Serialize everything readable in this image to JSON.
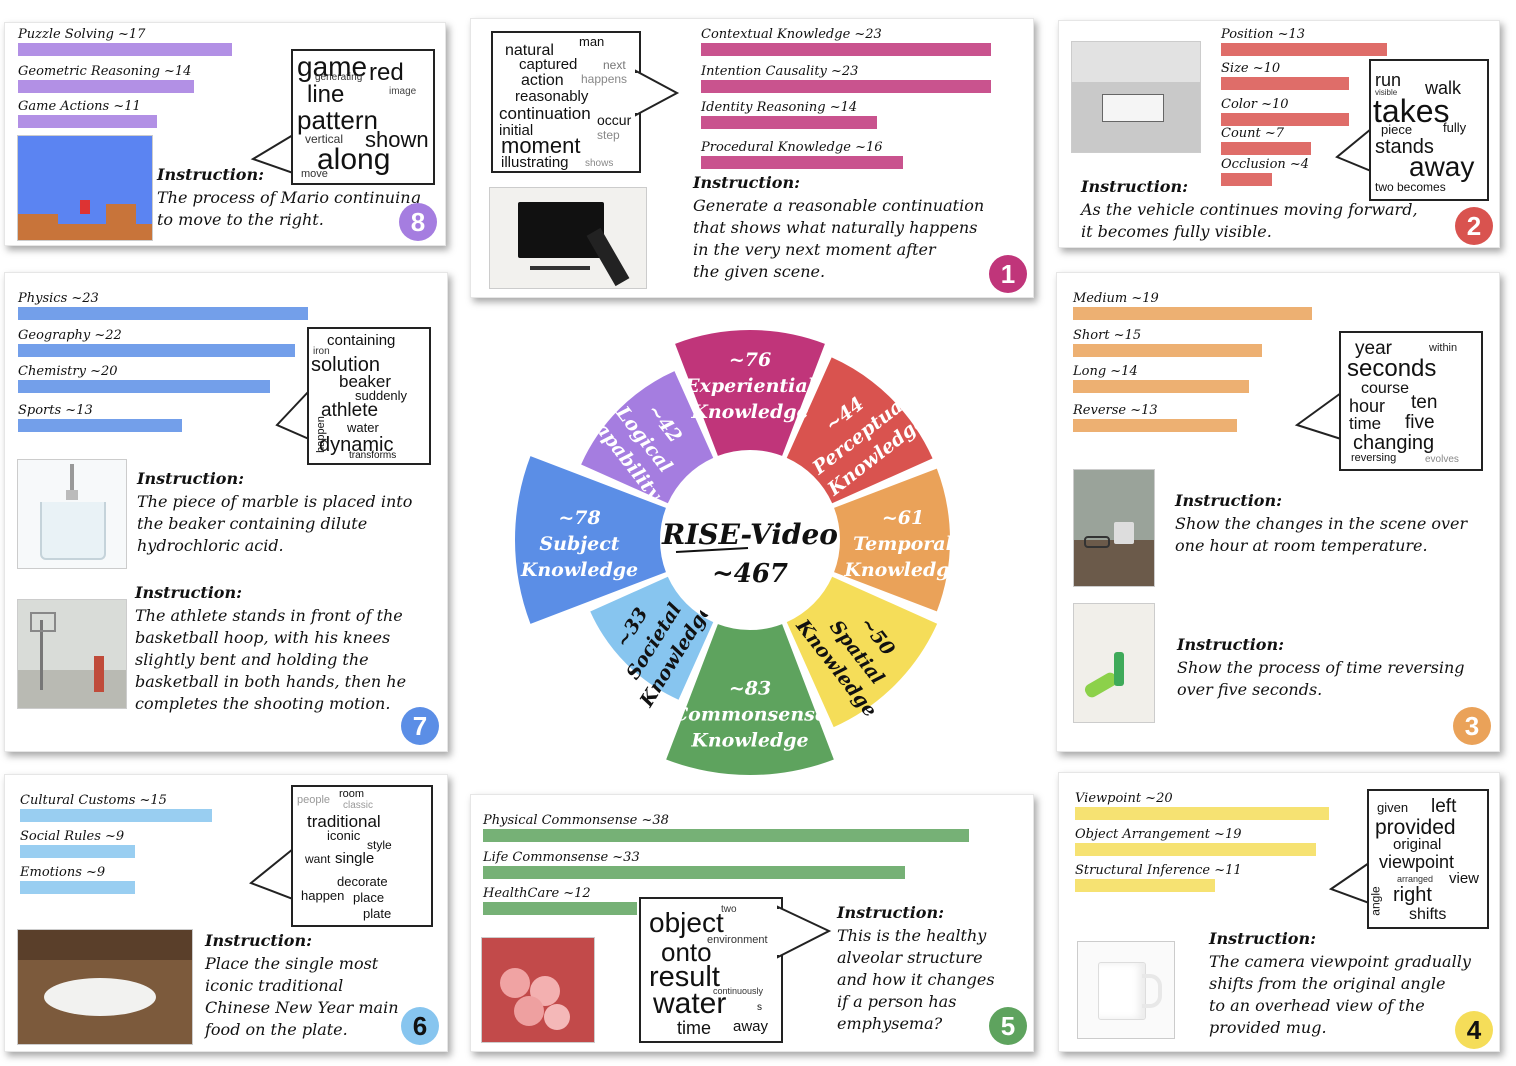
{
  "wheel": {
    "center_title": "RISE-Video",
    "center_count": "~467",
    "segments": [
      {
        "count": "~76",
        "l1": "Experiential",
        "l2": "Knowledge",
        "color": "#c0357a"
      },
      {
        "count": "~44",
        "l1": "Perceptual",
        "l2": "Knowledge",
        "color": "#d9534f"
      },
      {
        "count": "~61",
        "l1": "Temporal",
        "l2": "Knowledge",
        "color": "#eaa259"
      },
      {
        "count": "~50",
        "l1": "Spatial",
        "l2": "Knowledge",
        "color": "#f5dd59"
      },
      {
        "count": "~83",
        "l1": "Commonsense",
        "l2": "Knowledge",
        "color": "#5ea35e"
      },
      {
        "count": "~33",
        "l1": "Societal",
        "l2": "Knowledge",
        "color": "#87c5ef"
      },
      {
        "count": "~78",
        "l1": "Subject",
        "l2": "Knowledge",
        "color": "#5b8ee6"
      },
      {
        "count": "~42",
        "l1": "Logical",
        "l2": "Capability",
        "color": "#a57de0"
      }
    ]
  },
  "panels": {
    "p8": {
      "badge": "8",
      "color": "#a57de0",
      "cats": [
        {
          "label": "Puzzle Solving ~17",
          "value": 17
        },
        {
          "label": "Geometric Reasoning ~14",
          "value": 14
        },
        {
          "label": "Game Actions ~11",
          "value": 11
        }
      ],
      "instr_h": "Instruction:",
      "instr_lines": [
        "The process of Mario continuing",
        "to move to the right."
      ],
      "words": [
        "game",
        "red",
        "line",
        "pattern",
        "move",
        "along",
        "shown",
        "vertical",
        "generating",
        "image"
      ]
    },
    "p1": {
      "badge": "1",
      "color": "#c0357a",
      "cats": [
        {
          "label": "Contextual Knowledge ~23",
          "value": 23
        },
        {
          "label": "Intention Causality ~23",
          "value": 23
        },
        {
          "label": "Identity Reasoning ~14",
          "value": 14
        },
        {
          "label": "Procedural Knowledge ~16",
          "value": 16
        }
      ],
      "instr_h": "Instruction:",
      "instr_lines": [
        "Generate a reasonable continuation",
        "that shows what naturally happens",
        "in the very next moment after",
        "the given scene."
      ],
      "words": [
        "natural",
        "man",
        "captured",
        "action",
        "reasonably",
        "happens",
        "continuation",
        "occur",
        "initial",
        "moment",
        "illustrating",
        "next",
        "step",
        "shows"
      ]
    },
    "p2": {
      "badge": "2",
      "color": "#d9534f",
      "cats": [
        {
          "label": "Position ~13",
          "value": 13
        },
        {
          "label": "Size ~10",
          "value": 10
        },
        {
          "label": "Color ~10",
          "value": 10
        },
        {
          "label": "Count ~7",
          "value": 7
        },
        {
          "label": "Occlusion ~4",
          "value": 4
        }
      ],
      "instr_h": "Instruction:",
      "instr_lines": [
        "As the vehicle continues moving forward,",
        "it becomes fully visible."
      ],
      "words": [
        "run",
        "walk",
        "visible",
        "takes",
        "piece",
        "fully",
        "stands",
        "away",
        "two becomes"
      ]
    },
    "p7": {
      "badge": "7",
      "color": "#5b8ee6",
      "cats": [
        {
          "label": "Physics ~23",
          "value": 23
        },
        {
          "label": "Geography ~22",
          "value": 22
        },
        {
          "label": "Chemistry ~20",
          "value": 20
        },
        {
          "label": "Sports ~13",
          "value": 13
        }
      ],
      "instr1_h": "Instruction:",
      "instr1_lines": [
        "The piece of marble is placed into",
        "the beaker containing dilute",
        "hydrochloric acid."
      ],
      "instr2_h": "Instruction:",
      "instr2_lines": [
        "The athlete stands in front of the",
        "basketball hoop, with his knees",
        "slightly bent and holding the",
        "basketball in both hands, then he",
        "completes the shooting motion."
      ],
      "words": [
        "containing",
        "iron",
        "solution",
        "beaker",
        "suddenly",
        "athlete",
        "happen",
        "water",
        "dynamic",
        "transforms"
      ]
    },
    "p3": {
      "badge": "3",
      "color": "#eaa259",
      "cats": [
        {
          "label": "Medium ~19",
          "value": 19
        },
        {
          "label": "Short ~15",
          "value": 15
        },
        {
          "label": "Long ~14",
          "value": 14
        },
        {
          "label": "Reverse ~13",
          "value": 13
        }
      ],
      "instr1_h": "Instruction:",
      "instr1_lines": [
        "Show the changes in the scene over",
        "one hour at room temperature."
      ],
      "instr2_h": "Instruction:",
      "instr2_lines": [
        "Show the process of time reversing",
        "over five seconds."
      ],
      "words": [
        "year",
        "within",
        "seconds",
        "course",
        "hour",
        "ten",
        "time",
        "five",
        "changing",
        "reversing",
        "evolves"
      ]
    },
    "p6": {
      "badge": "6",
      "color": "#87c5ef",
      "cats": [
        {
          "label": "Cultural Customs ~15",
          "value": 15
        },
        {
          "label": "Social Rules ~9",
          "value": 9
        },
        {
          "label": "Emotions ~9",
          "value": 9
        }
      ],
      "instr_h": "Instruction:",
      "instr_lines": [
        "Place the single most",
        "iconic traditional",
        "Chinese New Year main",
        "food on the plate."
      ],
      "words": [
        "room",
        "traditional",
        "iconic",
        "style",
        "want",
        "single",
        "decorate",
        "happen",
        "place",
        "plate",
        "people",
        "classic"
      ]
    },
    "p5": {
      "badge": "5",
      "color": "#5ea35e",
      "cats": [
        {
          "label": "Physical Commonsense ~38",
          "value": 38
        },
        {
          "label": "Life Commonsense ~33",
          "value": 33
        },
        {
          "label": "HealthCare ~12",
          "value": 12
        }
      ],
      "instr_h": "Instruction:",
      "instr_lines": [
        "This is the healthy",
        "alveolar structure",
        "and how it changes",
        "if a person has",
        "emphysema?"
      ],
      "words": [
        "object",
        "two",
        "environment",
        "onto",
        "result",
        "continuously",
        "water",
        "s",
        "time",
        "away"
      ]
    },
    "p4": {
      "badge": "4",
      "color": "#f5dd59",
      "cats": [
        {
          "label": "Viewpoint ~20",
          "value": 20
        },
        {
          "label": "Object Arrangement ~19",
          "value": 19
        },
        {
          "label": "Structural Inference ~11",
          "value": 11
        }
      ],
      "instr_h": "Instruction:",
      "instr_lines": [
        "The camera viewpoint gradually",
        "shifts from the original angle",
        "to an overhead view of the",
        "provided mug."
      ],
      "words": [
        "given",
        "left",
        "provided",
        "original",
        "viewpoint",
        "arranged",
        "view",
        "angle",
        "right",
        "shifts"
      ]
    }
  }
}
